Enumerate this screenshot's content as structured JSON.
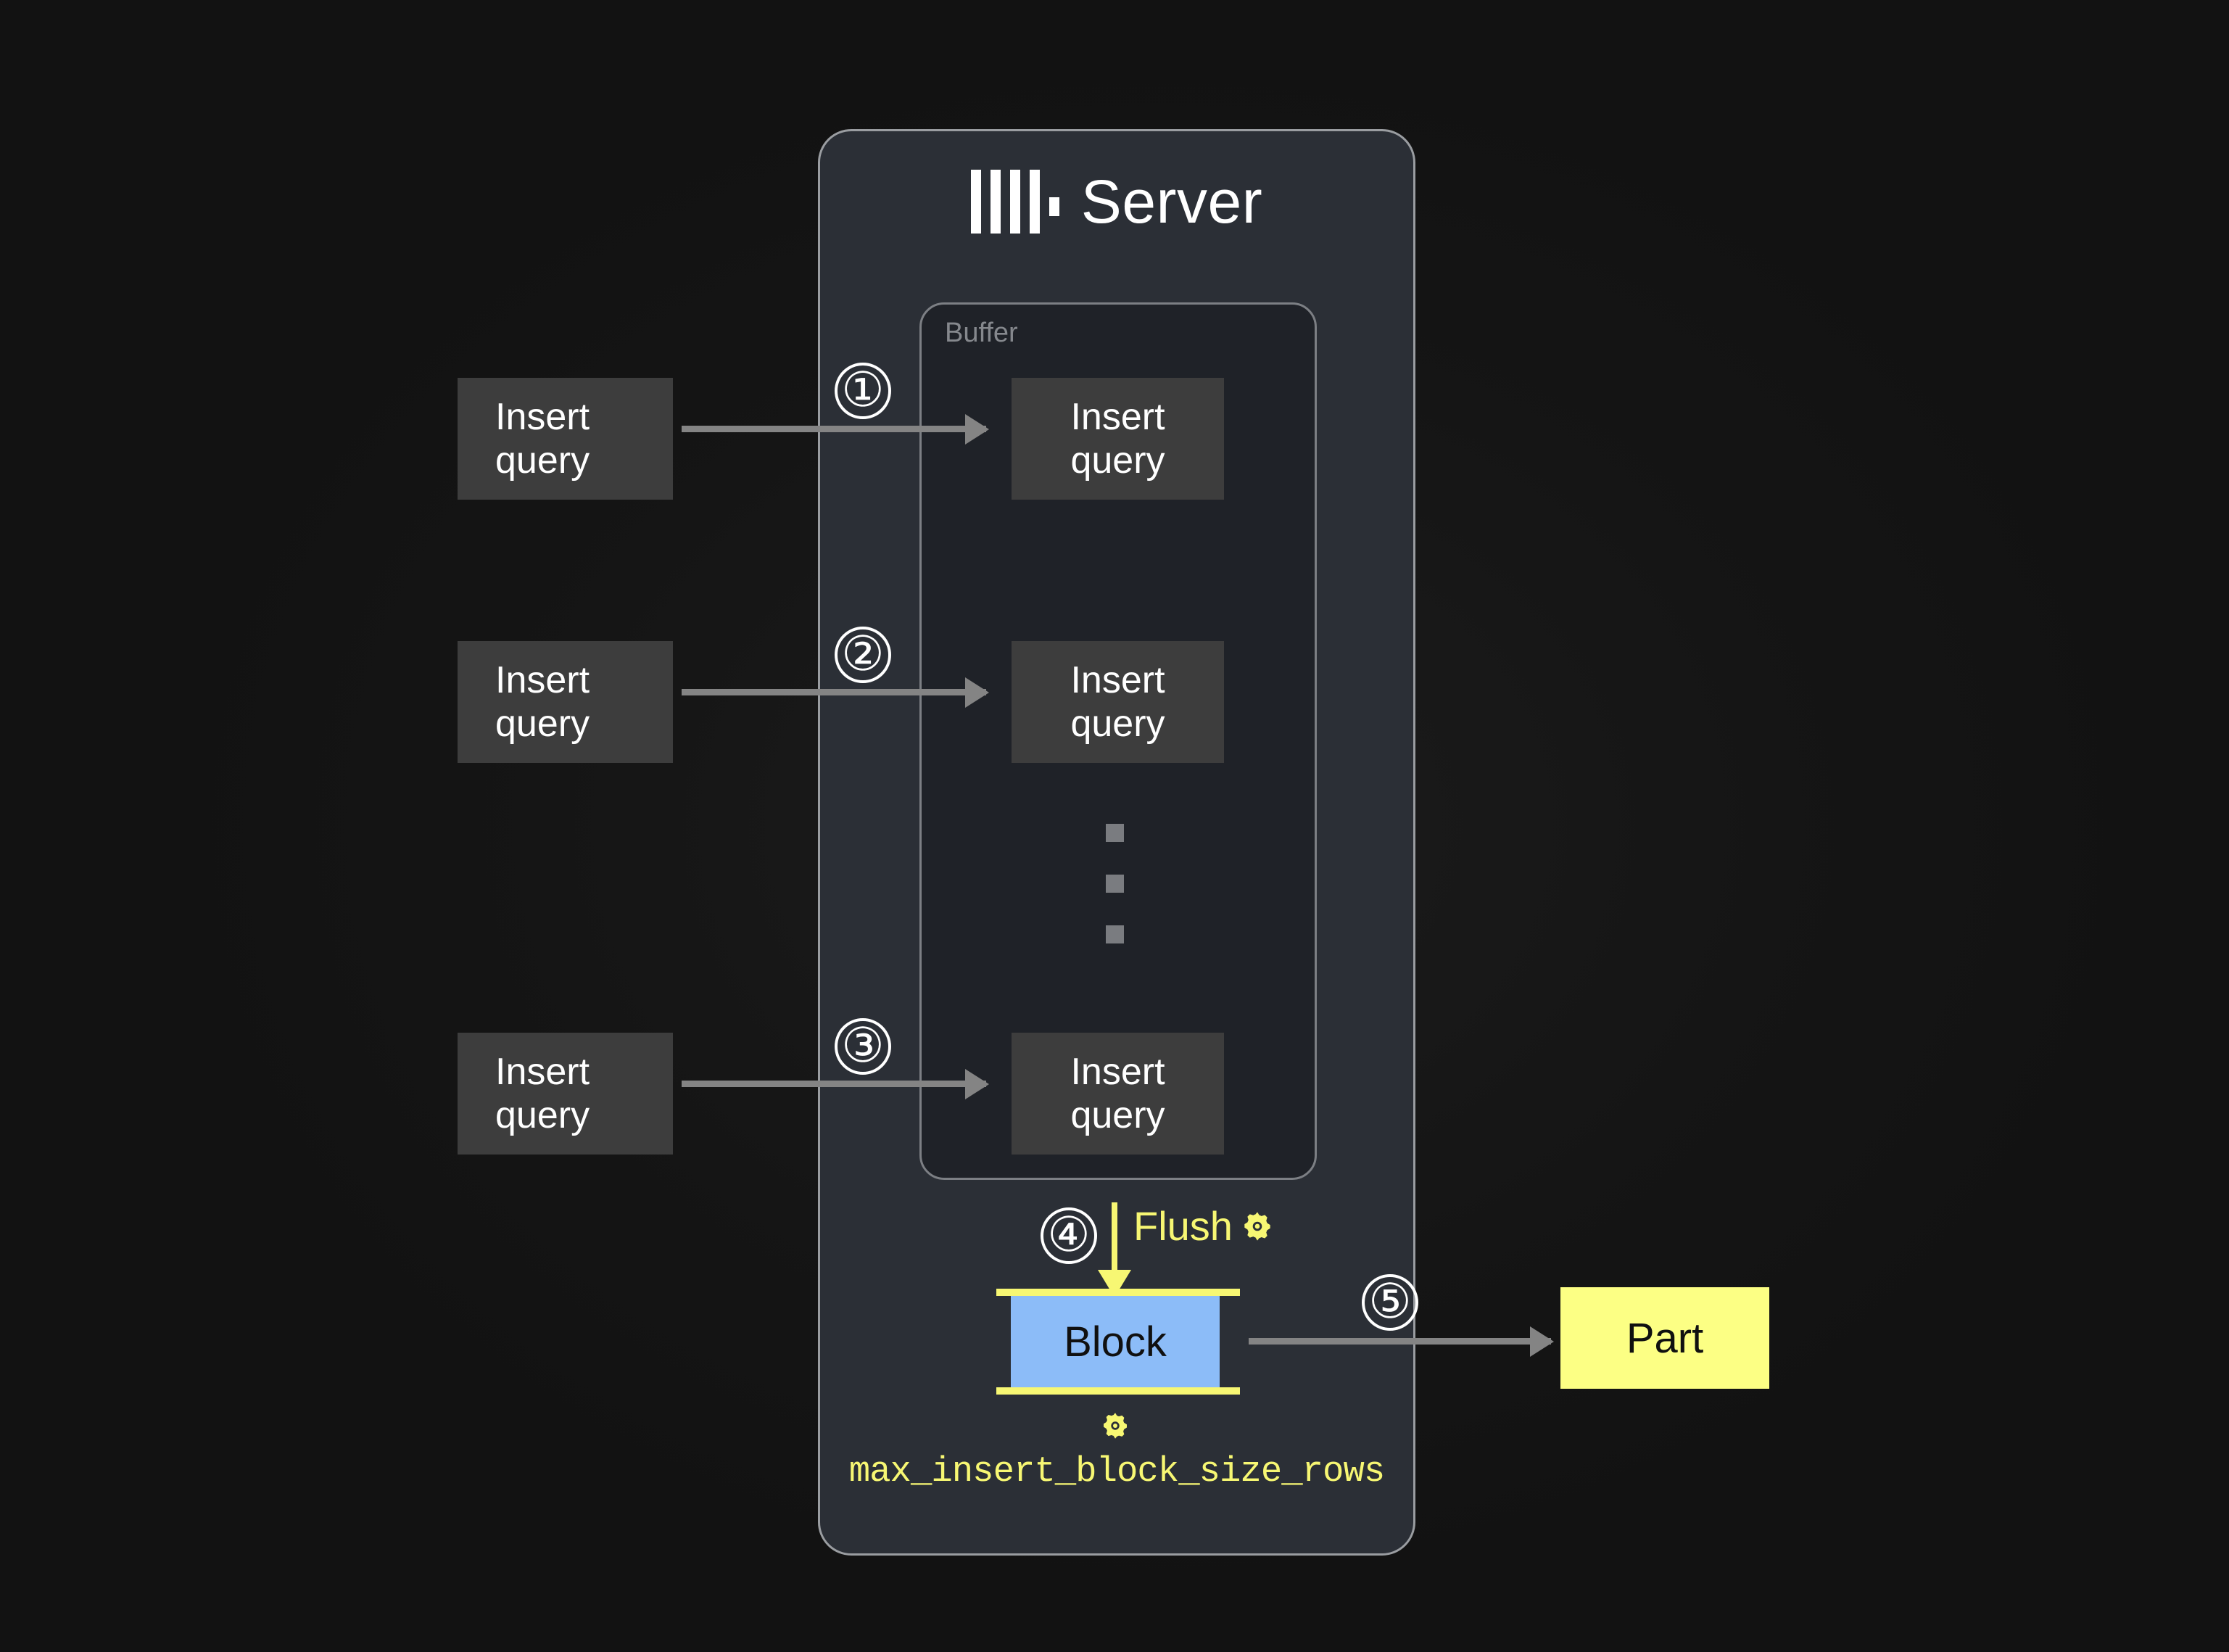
{
  "server": {
    "title": "Server",
    "logo_icon": "clickhouse-logo-icon"
  },
  "buffer": {
    "label": "Buffer"
  },
  "incoming_queries": [
    {
      "line1": "Insert",
      "line2": "query",
      "step": "①"
    },
    {
      "line1": "Insert",
      "line2": "query",
      "step": "②"
    },
    {
      "line1": "Insert",
      "line2": "query",
      "step": "③"
    }
  ],
  "buffered_queries": [
    {
      "line1": "Insert",
      "line2": "query"
    },
    {
      "line1": "Insert",
      "line2": "query"
    },
    {
      "line1": "Insert",
      "line2": "query"
    }
  ],
  "steps": {
    "one": "①",
    "two": "②",
    "three": "③",
    "four": "④",
    "five": "⑤"
  },
  "flush": {
    "label": "Flush",
    "gear_icon": "gear-icon"
  },
  "block": {
    "label": "Block",
    "gear_icon": "gear-icon",
    "setting_name": "max_insert_block_size_rows"
  },
  "part": {
    "label": "Part"
  },
  "colors": {
    "background": "#161616",
    "server_panel": "#2b2f36",
    "server_border": "#9a9da1",
    "buffer_panel": "#1f2228",
    "buffer_border": "#7c7f84",
    "query_box": "#3d3d3d",
    "accent_yellow": "#f7f773",
    "part_yellow": "#fcff84",
    "block_blue": "#8cbcf8",
    "arrow_gray": "#848484",
    "text_white": "#ffffff",
    "muted_gray": "#85888d"
  }
}
